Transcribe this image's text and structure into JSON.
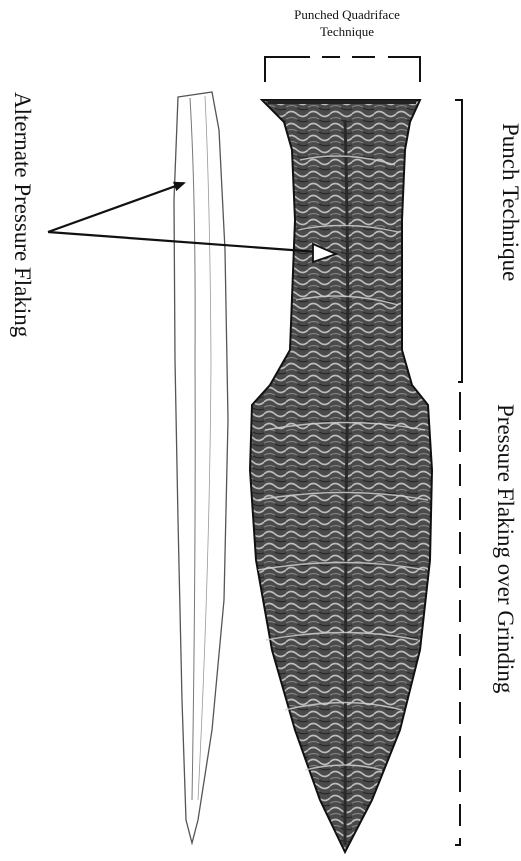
{
  "labels": {
    "top_line1": "Punched Quadriface",
    "top_line2": "Technique",
    "alternate": "Alternate Pressure Flaking",
    "punch": "Punch Technique",
    "pressure_grinding": "Pressure Flaking over Grinding"
  },
  "colors": {
    "ink": "#111111",
    "dagger_fill": "#4a4a4a",
    "flake_highlight": "#b8b8b8"
  }
}
